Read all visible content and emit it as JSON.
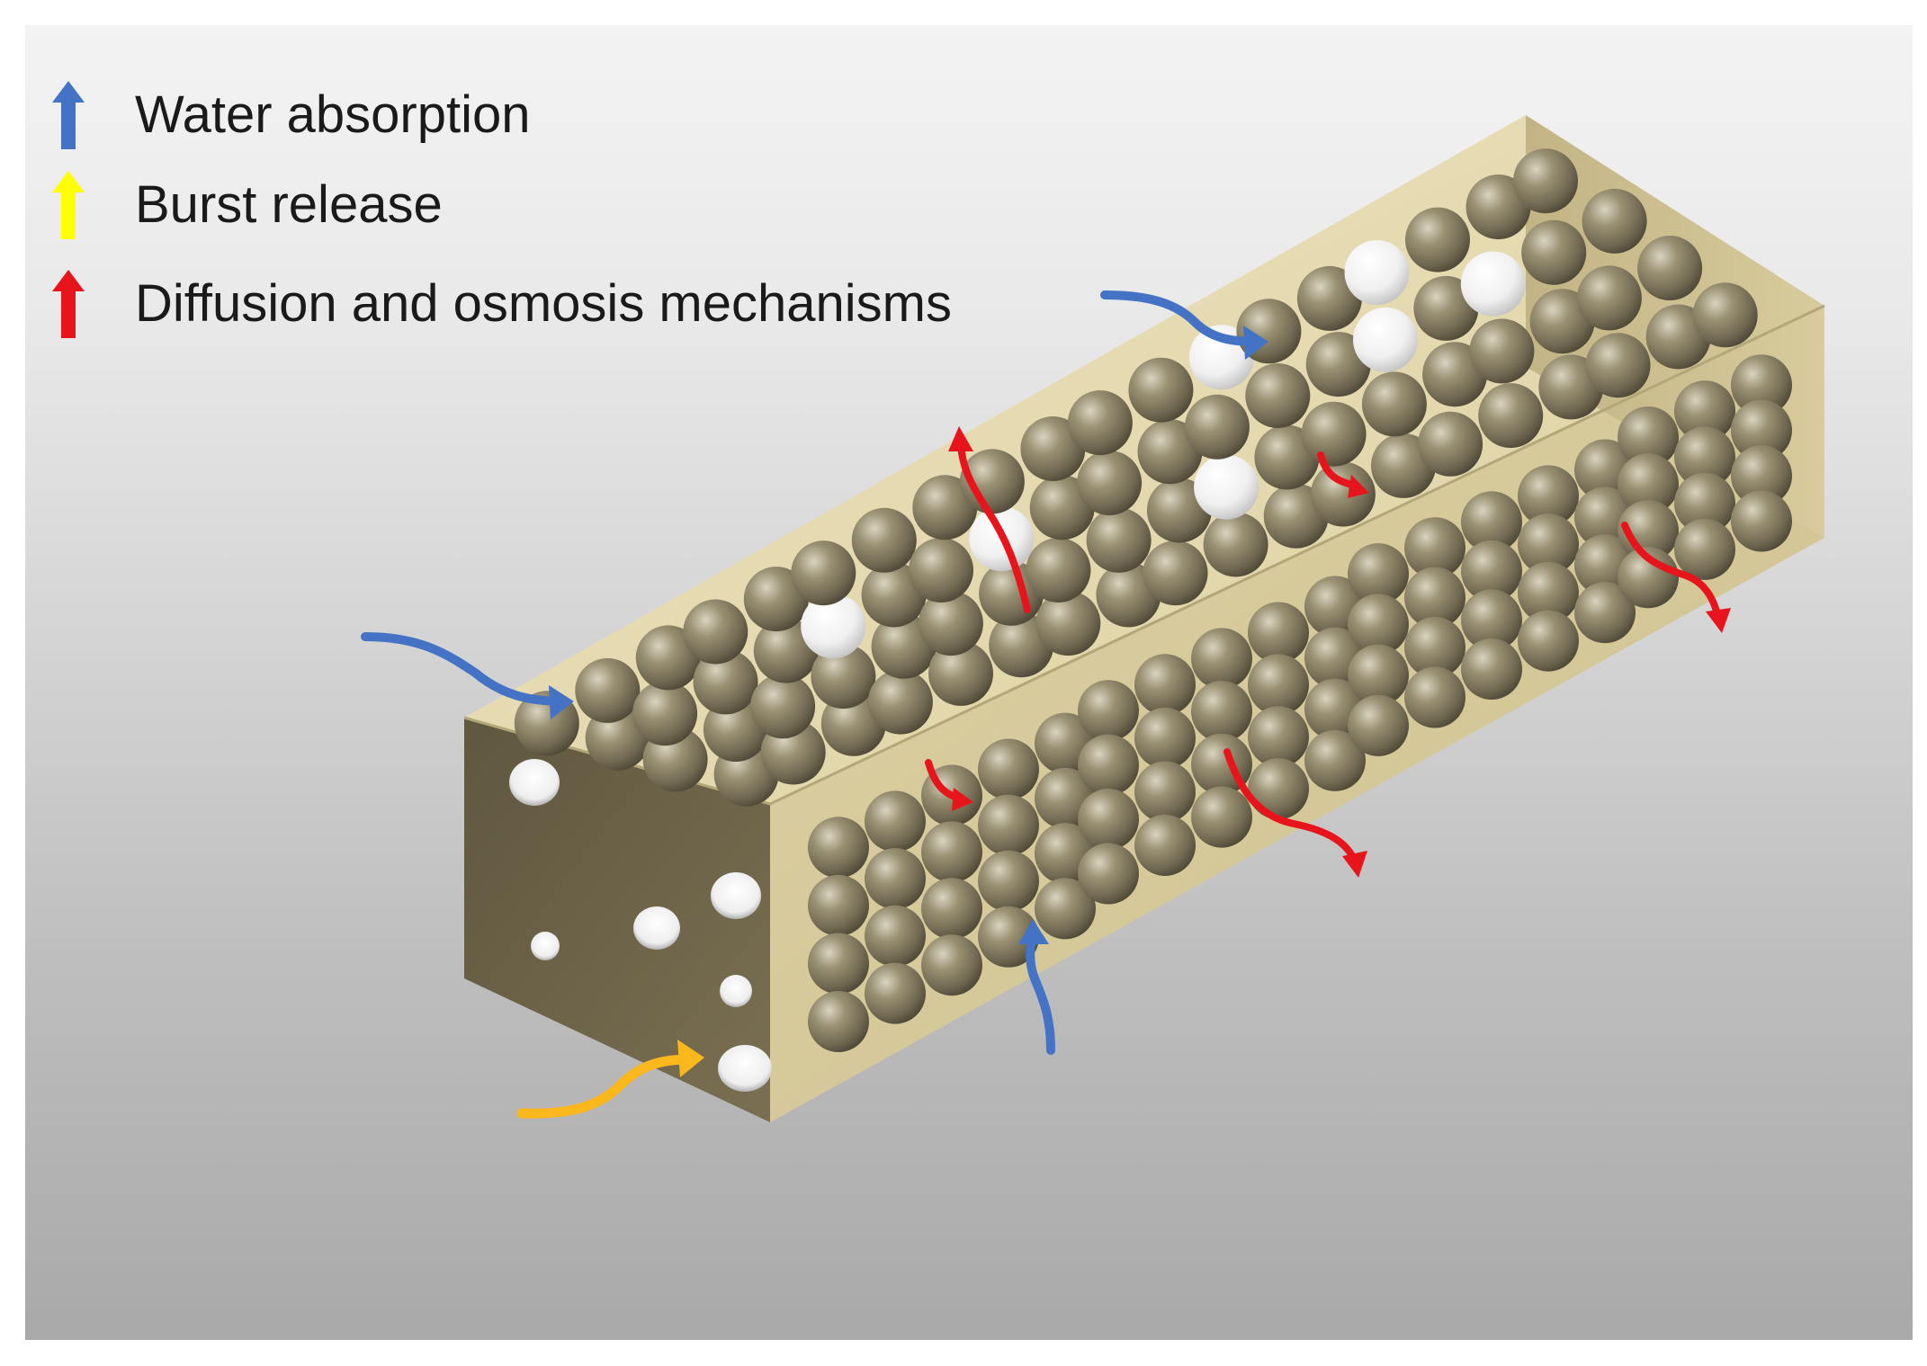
{
  "legend": {
    "items": [
      {
        "key": "water",
        "label": "Water absorption",
        "color": "#4472c4"
      },
      {
        "key": "burst",
        "label": "Burst release",
        "color": "#ffff00"
      },
      {
        "key": "diffusion",
        "label": "Diffusion and osmosis mechanisms",
        "color": "#e8141c"
      }
    ]
  },
  "colors": {
    "box_top": "#e4d8ae",
    "box_side": "#d6c99a",
    "box_front": "#6b6148",
    "box_end": "#c9bb8a",
    "particle": "#8d8467",
    "particle_drug": "#f4f4f4",
    "water_arrow": "#4472c4",
    "burst_arrow": "#fbb81c",
    "diffusion_arrow": "#e8141c"
  }
}
